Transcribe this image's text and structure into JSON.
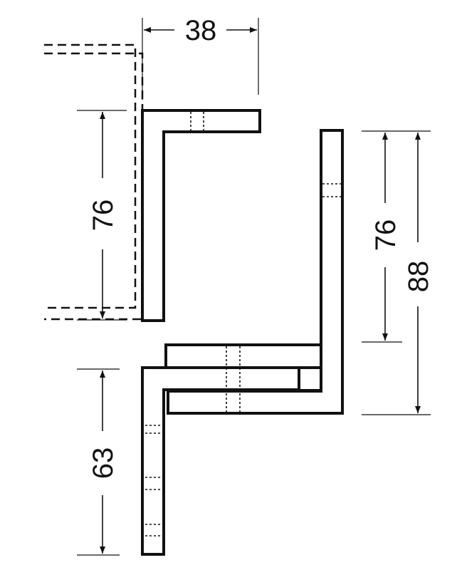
{
  "dimensions": {
    "top_width": "38",
    "upper_height": "76",
    "right_inner_height": "76",
    "right_total_height": "88",
    "lower_height": "63"
  }
}
